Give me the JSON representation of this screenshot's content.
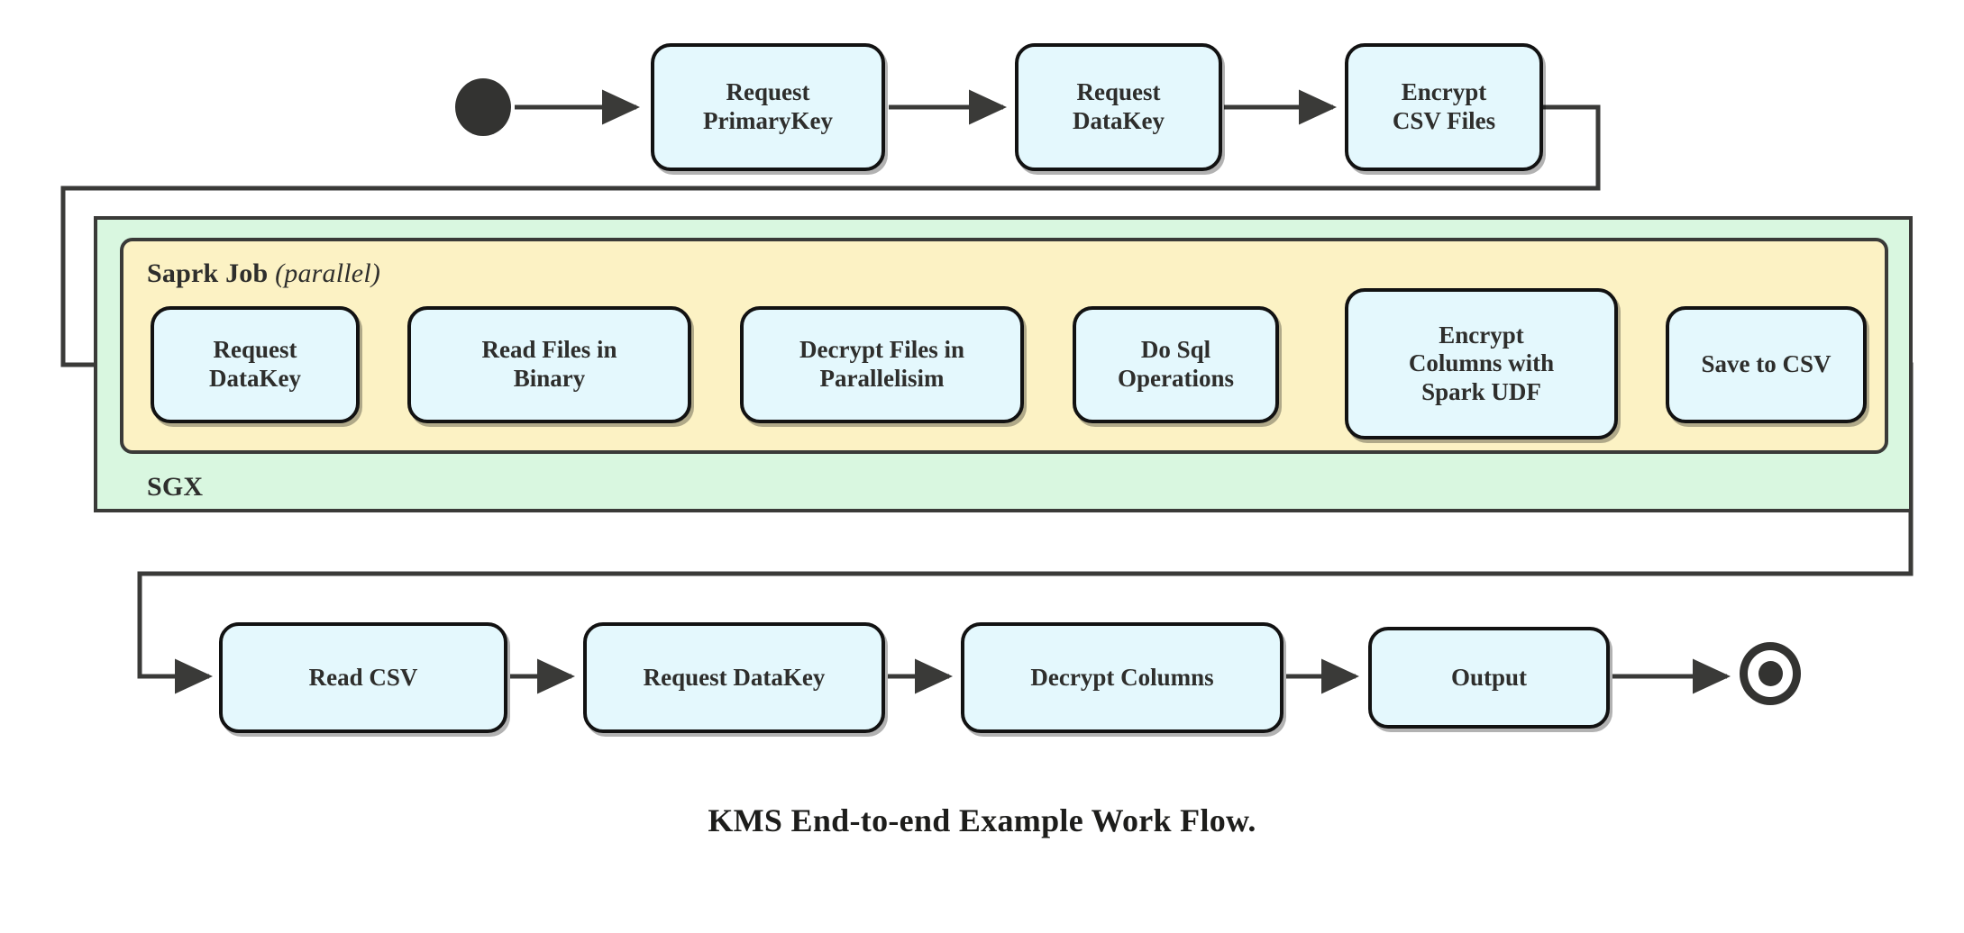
{
  "diagram": {
    "caption": "KMS End-to-end Example Work Flow.",
    "colors": {
      "node_fill": "#e4f8fd",
      "node_stroke": "#121212",
      "sgx_fill": "#d9f7e0",
      "spark_fill": "#fcf2c4",
      "container_stroke": "#3a3a38",
      "edge_stroke": "#3a3a38",
      "text": "#2e2e2c"
    },
    "containers": [
      {
        "id": "sgx",
        "label": "SGX",
        "label_style": "bold"
      },
      {
        "id": "spark",
        "label": "Saprk Job",
        "label_suffix": "(parallel)",
        "label_suffix_style": "italic"
      }
    ],
    "markers": {
      "start": "start-node-filled-circle",
      "end": "end-node-ring-circle"
    },
    "rows": {
      "top": [
        {
          "id": "request-primarykey",
          "lines": [
            "Request",
            "PrimaryKey"
          ]
        },
        {
          "id": "request-datakey-top",
          "lines": [
            "Request",
            "DataKey"
          ]
        },
        {
          "id": "encrypt-csv-files",
          "lines": [
            "Encrypt",
            "CSV Files"
          ]
        }
      ],
      "spark": [
        {
          "id": "request-datakey-spark",
          "lines": [
            "Request",
            "DataKey"
          ]
        },
        {
          "id": "read-files-in-binary",
          "lines": [
            "Read Files in",
            "Binary"
          ]
        },
        {
          "id": "decrypt-files-in-parallelisim",
          "lines": [
            "Decrypt Files in",
            "Parallelisim"
          ]
        },
        {
          "id": "do-sql-operations",
          "lines": [
            "Do Sql",
            "Operations"
          ]
        },
        {
          "id": "encrypt-columns-with-spark-udf",
          "lines": [
            "Encrypt",
            "Columns with",
            "Spark UDF"
          ]
        },
        {
          "id": "save-to-csv",
          "lines": [
            "Save to CSV"
          ]
        }
      ],
      "bottom": [
        {
          "id": "read-csv",
          "lines": [
            "Read CSV"
          ]
        },
        {
          "id": "request-datakey-bottom",
          "lines": [
            "Request DataKey"
          ]
        },
        {
          "id": "decrypt-columns",
          "lines": [
            "Decrypt Columns"
          ]
        },
        {
          "id": "output",
          "lines": [
            "Output"
          ]
        }
      ]
    },
    "edges": [
      {
        "from": "start",
        "to": "request-primarykey",
        "kind": "straight"
      },
      {
        "from": "request-primarykey",
        "to": "request-datakey-top",
        "kind": "straight"
      },
      {
        "from": "request-datakey-top",
        "to": "encrypt-csv-files",
        "kind": "straight"
      },
      {
        "from": "encrypt-csv-files",
        "to": "request-datakey-spark",
        "kind": "wrap-left"
      },
      {
        "from": "request-datakey-spark",
        "to": "read-files-in-binary",
        "kind": "straight"
      },
      {
        "from": "read-files-in-binary",
        "to": "decrypt-files-in-parallelisim",
        "kind": "straight"
      },
      {
        "from": "decrypt-files-in-parallelisim",
        "to": "do-sql-operations",
        "kind": "straight"
      },
      {
        "from": "do-sql-operations",
        "to": "encrypt-columns-with-spark-udf",
        "kind": "straight"
      },
      {
        "from": "encrypt-columns-with-spark-udf",
        "to": "save-to-csv",
        "kind": "straight"
      },
      {
        "from": "save-to-csv",
        "to": "read-csv",
        "kind": "wrap-right"
      },
      {
        "from": "read-csv",
        "to": "request-datakey-bottom",
        "kind": "straight"
      },
      {
        "from": "request-datakey-bottom",
        "to": "decrypt-columns",
        "kind": "straight"
      },
      {
        "from": "decrypt-columns",
        "to": "output",
        "kind": "straight"
      },
      {
        "from": "output",
        "to": "end",
        "kind": "straight"
      }
    ]
  }
}
